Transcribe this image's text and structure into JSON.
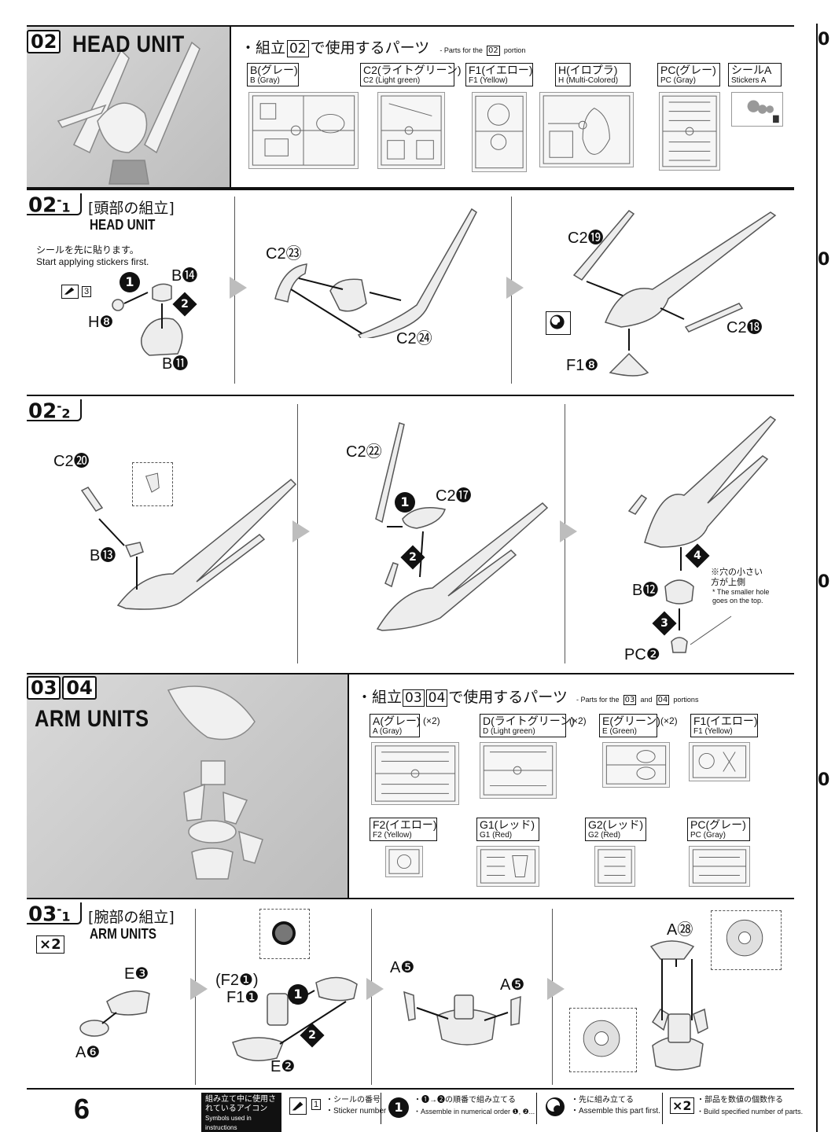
{
  "page_number": "6",
  "section_02": {
    "step_label": "02",
    "title": "HEAD UNIT",
    "parts_heading_jp_prefix": "・組立",
    "parts_heading_step": "02",
    "parts_heading_jp_suffix": "で使用するパーツ",
    "parts_heading_en_prefix": "- Parts for the",
    "parts_heading_en_step": "02",
    "parts_heading_en_suffix": "portion",
    "runners": [
      {
        "jp": "B(グレー)",
        "en": "B (Gray)"
      },
      {
        "jp": "C2(ライトグリーン)",
        "en": "C2 (Light green)"
      },
      {
        "jp": "F1(イエロー)",
        "en": "F1 (Yellow)"
      },
      {
        "jp": "H(イロプラ)",
        "en": "H (Multi-Colored)"
      },
      {
        "jp": "PC(グレー)",
        "en": "PC (Gray)"
      },
      {
        "jp": "シールA",
        "en": "Stickers A"
      }
    ]
  },
  "step_02_1": {
    "num": "02",
    "sub": "1",
    "title_jp": "[頭部の組立]",
    "title_en": "HEAD UNIT",
    "note_jp": "シールを先に貼ります。",
    "note_en": "Start applying stickers first.",
    "sticker_num": "3",
    "panel1_parts": [
      "B⓮",
      "H❽",
      "B⓫"
    ],
    "panel2_parts": [
      "C2㉓",
      "C2㉔"
    ],
    "panel3_parts": [
      "C2⓳",
      "C2⓲",
      "F1❽"
    ]
  },
  "step_02_2": {
    "num": "02",
    "sub": "2",
    "panel1_parts": [
      "C2⓴",
      "B⓭"
    ],
    "panel2_parts": [
      "C2㉒",
      "C2⓱"
    ],
    "panel3_parts": [
      "B⓬",
      "PC❷"
    ],
    "note_jp": "※穴の小さい方が上側",
    "note_en": "* The smaller hole goes on the top."
  },
  "section_03_04": {
    "step_a": "03",
    "step_b": "04",
    "title": "ARM UNITS",
    "parts_heading_jp_prefix": "・組立",
    "parts_heading_jp_suffix": "で使用するパーツ",
    "parts_heading_en_prefix": "- Parts for the",
    "parts_heading_en_and": "and",
    "parts_heading_en_suffix": "portions",
    "runners": [
      {
        "jp": "A(グレー)",
        "en": "A (Gray)",
        "mult": "(×2)"
      },
      {
        "jp": "D(ライトグリーン)",
        "en": "D (Light green)",
        "mult": "(×2)"
      },
      {
        "jp": "E(グリーン)",
        "en": "E (Green)",
        "mult": "(×2)"
      },
      {
        "jp": "F1(イエロー)",
        "en": "F1 (Yellow)",
        "mult": ""
      },
      {
        "jp": "F2(イエロー)",
        "en": "F2 (Yellow)",
        "mult": ""
      },
      {
        "jp": "G1(レッド)",
        "en": "G1 (Red)",
        "mult": ""
      },
      {
        "jp": "G2(レッド)",
        "en": "G2 (Red)",
        "mult": ""
      },
      {
        "jp": "PC(グレー)",
        "en": "PC (Gray)",
        "mult": ""
      }
    ]
  },
  "step_03_1": {
    "num": "03",
    "sub": "1",
    "title_jp": "[腕部の組立]",
    "title_en": "ARM UNITS",
    "mult": "×2",
    "panel1_parts": [
      "E❸",
      "A❻"
    ],
    "panel2_parts": [
      "(F2❶)",
      "F1❶",
      "E❷"
    ],
    "panel3_parts": [
      "A❺",
      "A❺"
    ],
    "panel4_parts": [
      "A㉘"
    ]
  },
  "footer": {
    "symbols_jp": "組み立て中に使用されているアイコン",
    "symbols_en": "Symbols used in instructions",
    "sticker_jp": "・シールの番号",
    "sticker_en": "・Sticker number",
    "sticker_icon_num": "1",
    "order_jp": "・❶→❷の順番で組み立てる",
    "order_en": "・Assemble in numerical order ❶, ❷...",
    "first_jp": "・先に組み立てる",
    "first_en": "・Assemble this part first.",
    "mult_icon": "×2",
    "mult_jp": "・部品を数値の個数作る",
    "mult_en": "・Build specified number of parts."
  },
  "colors": {
    "ink": "#111111",
    "panel_gray": "#c9c9c9",
    "arrow_gray": "#bdbdbd"
  }
}
